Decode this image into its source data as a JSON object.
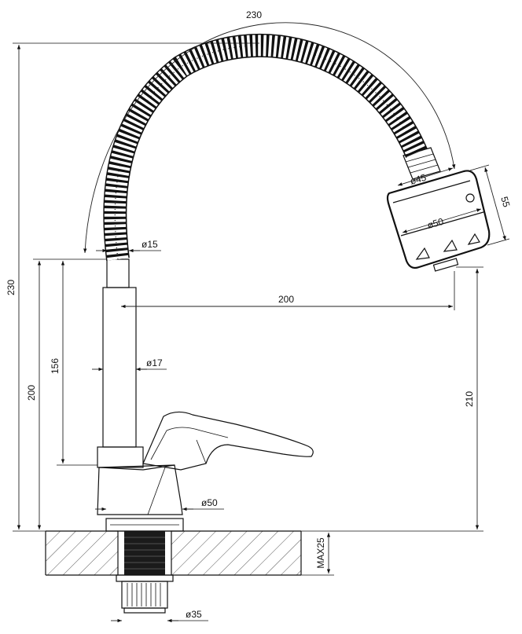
{
  "dimensions": {
    "top_width": "230",
    "overall_height": "230",
    "body_height": "200",
    "tube_height": "156",
    "hose_diameter": "ø15",
    "tube_diameter": "ø17",
    "spout_reach": "200",
    "outlet_height": "210",
    "head_neck_diameter": "ø45",
    "head_diameter": "ø50",
    "head_length": "55",
    "base_diameter": "ø50",
    "max_counter_thickness": "MAX25",
    "thread_diameter": "ø35"
  }
}
